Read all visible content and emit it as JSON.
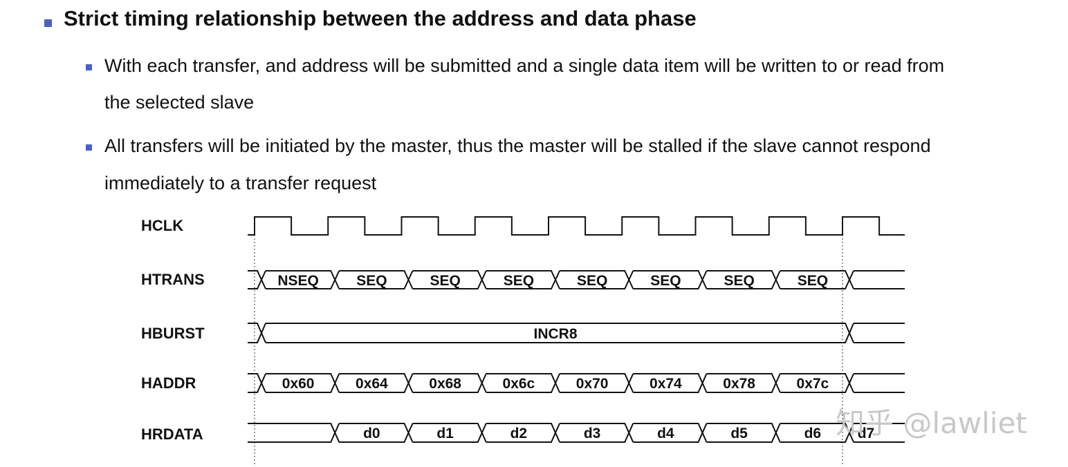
{
  "bullets": {
    "heading": "Strict timing relationship between the address and data phase",
    "sub1_line1": "With each transfer, and address will be submitted and a single data item will be written to or read from",
    "sub1_line2": "the selected slave",
    "sub2_line1": "All transfers will be initiated by the master, thus the master will be stalled if the slave cannot respond",
    "sub2_line2": "immediately to a transfer request"
  },
  "timing": {
    "signals": {
      "hclk": "HCLK",
      "htrans": "HTRANS",
      "hburst": "HBURST",
      "haddr": "HADDR",
      "hrdata": "HRDATA"
    },
    "htrans_values": [
      "NSEQ",
      "SEQ",
      "SEQ",
      "SEQ",
      "SEQ",
      "SEQ",
      "SEQ",
      "SEQ"
    ],
    "hburst_value": "INCR8",
    "haddr_values": [
      "0x60",
      "0x64",
      "0x68",
      "0x6c",
      "0x70",
      "0x74",
      "0x78",
      "0x7c"
    ],
    "hrdata_values": [
      "d0",
      "d1",
      "d2",
      "d3",
      "d4",
      "d5",
      "d6",
      "d7"
    ]
  },
  "watermark": "知乎 @lawliet",
  "colors": {
    "bullet": "#4a5fc9",
    "line": "#111111",
    "watermark": "#c8c8c8"
  }
}
